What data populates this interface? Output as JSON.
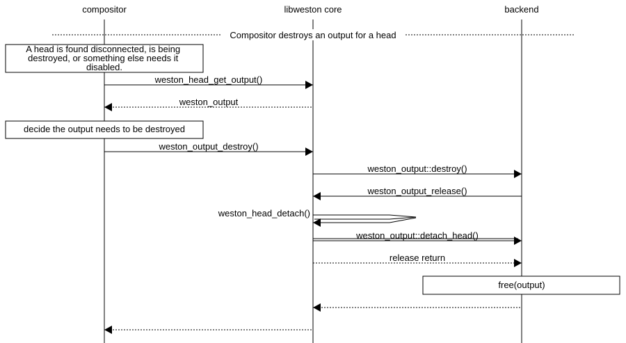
{
  "participants": {
    "compositor": "compositor",
    "core": "libweston core",
    "backend": "backend"
  },
  "section": {
    "label": "Compositor destroys an output for a head"
  },
  "notes": {
    "head_disconnected": [
      "A head is found disconnected, is being",
      "destroyed, or something else needs it",
      "disabled."
    ],
    "decide_destroy": "decide the output needs to be destroyed",
    "free_output": "free(output)"
  },
  "messages": {
    "get_output": "weston_head_get_output()",
    "output_return": "weston_output",
    "output_destroy": "weston_output_destroy()",
    "backend_destroy": "weston_output::destroy()",
    "output_release": "weston_output_release()",
    "head_detach": "weston_head_detach()",
    "detach_head": "weston_output::detach_head()",
    "release_return": "release return"
  },
  "colors": {
    "line": "#000000",
    "background": "#ffffff"
  }
}
